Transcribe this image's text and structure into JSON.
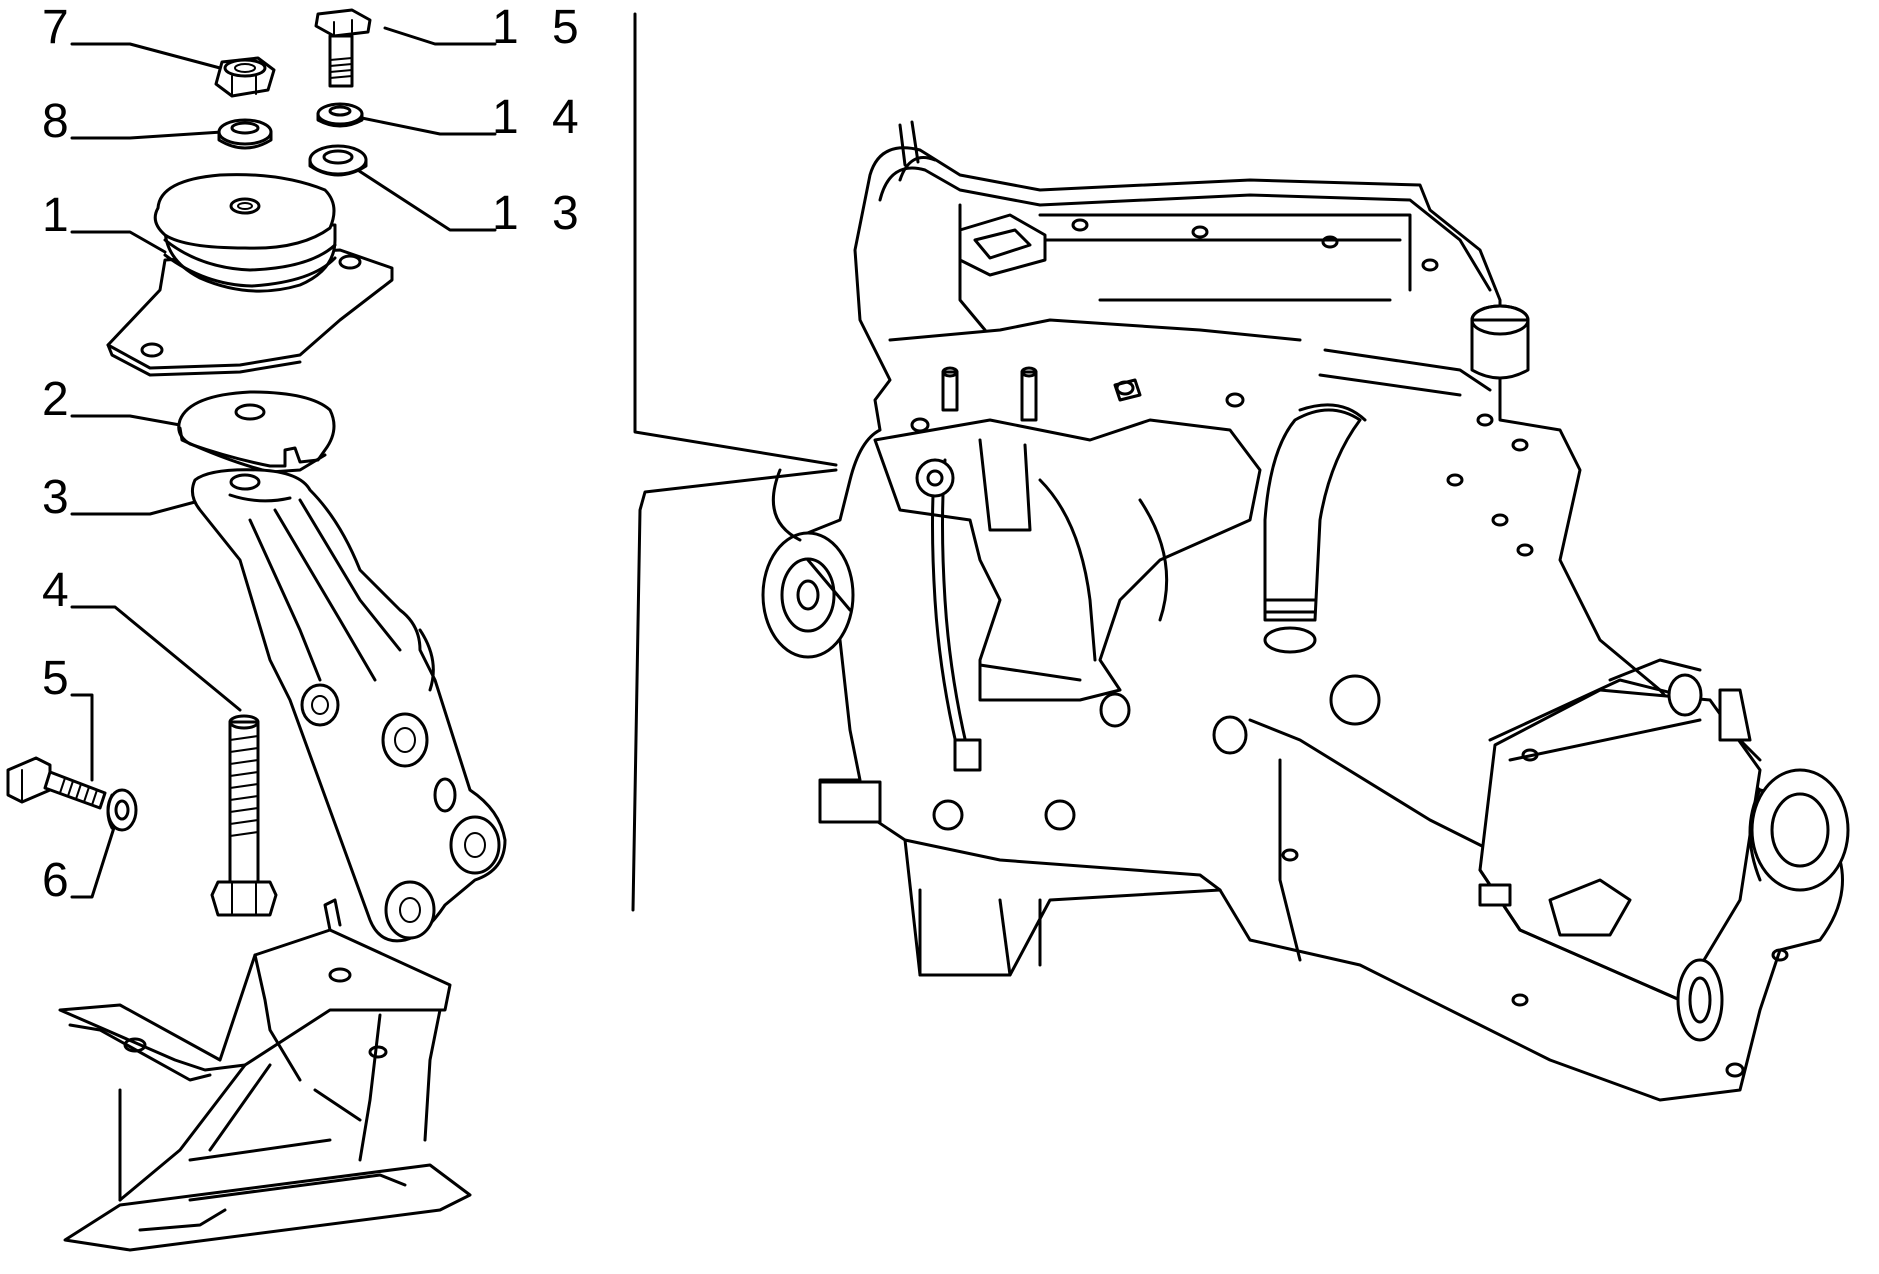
{
  "callouts": {
    "c1": "1",
    "c2": "2",
    "c3": "3",
    "c4": "4",
    "c5": "5",
    "c6": "6",
    "c7": "7",
    "c8": "8",
    "c13": "1 3",
    "c14": "1 4",
    "c15": "1 5"
  },
  "icons": {
    "nut": "hex-nut-icon",
    "washer": "washer-icon",
    "bolt": "bolt-icon",
    "mount": "engine-mount-icon",
    "plate": "mount-plate-icon",
    "bracket": "mount-bracket-icon",
    "stud": "threaded-stud-icon",
    "support": "chassis-support-icon",
    "engine": "engine-gearbox-assembly-icon"
  },
  "colors": {
    "line": "#000000",
    "background": "#ffffff"
  }
}
